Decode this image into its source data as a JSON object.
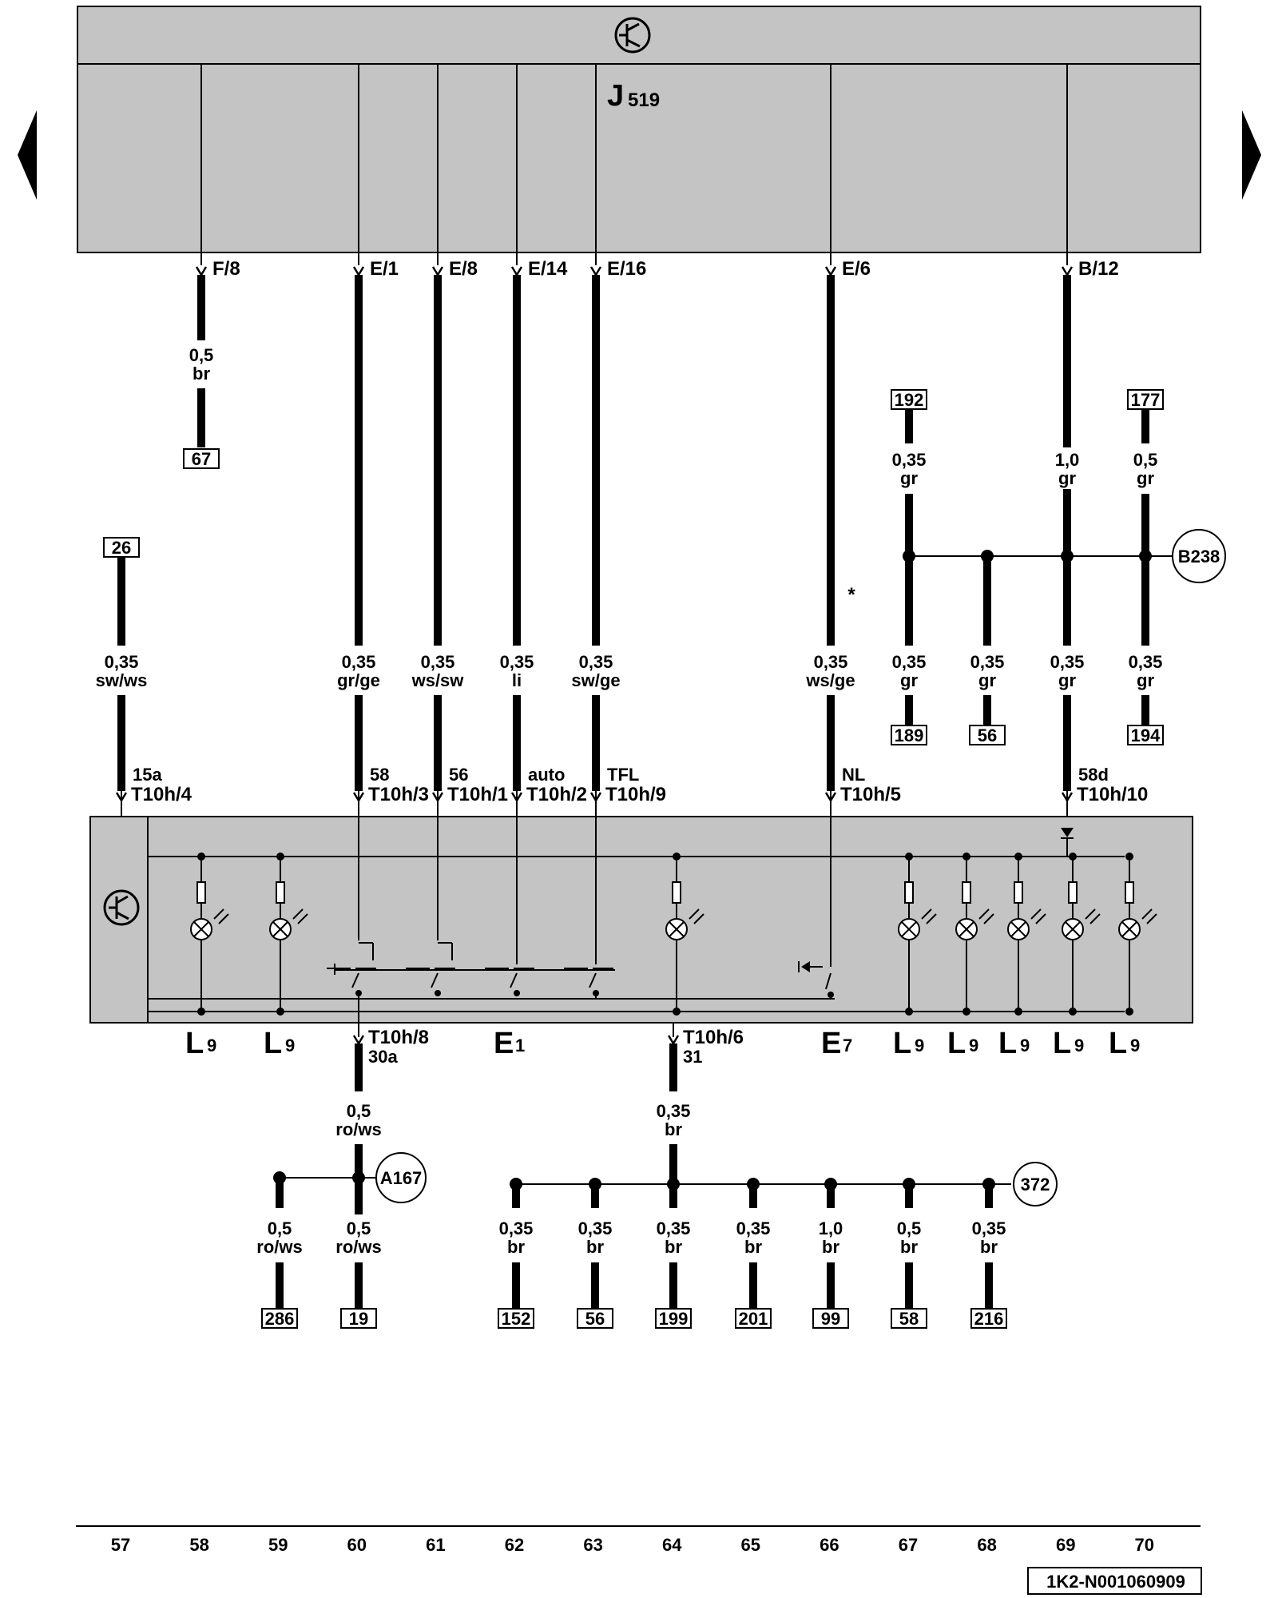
{
  "nav": {
    "prev_label": "previous page",
    "next_label": "next page"
  },
  "control_unit": {
    "name": "J",
    "sub": "519"
  },
  "ecu_connectors": [
    {
      "label": "F/8",
      "col": 58
    },
    {
      "label": "E/1",
      "col": 60
    },
    {
      "label": "E/8",
      "col": 61
    },
    {
      "label": "E/14",
      "col": 62
    },
    {
      "label": "E/16",
      "col": 63
    },
    {
      "label": "E/6",
      "col": 66
    },
    {
      "label": "B/12",
      "col": 69
    }
  ],
  "upper_wires": [
    {
      "size": "0,5",
      "color": "br",
      "ref": "67"
    },
    {
      "size": "0,35",
      "color": "gr",
      "ref": "192"
    },
    {
      "size": "1,0",
      "color": "gr"
    },
    {
      "size": "0,5",
      "color": "gr",
      "ref": "177"
    }
  ],
  "switch_wires": [
    {
      "size": "0,35",
      "color": "sw/ws",
      "ref": "26",
      "func": "15a",
      "pin": "T10h/4"
    },
    {
      "size": "0,35",
      "color": "gr/ge",
      "func": "58",
      "pin": "T10h/3"
    },
    {
      "size": "0,35",
      "color": "ws/sw",
      "func": "56",
      "pin": "T10h/1"
    },
    {
      "size": "0,35",
      "color": "li",
      "func": "auto",
      "pin": "T10h/2"
    },
    {
      "size": "0,35",
      "color": "sw/ge",
      "func": "TFL",
      "pin": "T10h/9"
    },
    {
      "size": "0,35",
      "color": "ws/ge",
      "func": "NL",
      "pin": "T10h/5"
    },
    {
      "size": "0,35",
      "color": "gr",
      "func": "58d",
      "pin": "T10h/10"
    }
  ],
  "gr_branch_wires": [
    {
      "size": "0,35",
      "color": "gr",
      "ref": "189"
    },
    {
      "size": "0,35",
      "color": "gr",
      "ref": "56"
    },
    {
      "size": "0,35",
      "color": "gr",
      "ref": "194"
    }
  ],
  "junction_B238": "B238",
  "asterisk": "*",
  "components": [
    {
      "name": "L",
      "sub": "9"
    },
    {
      "name": "L",
      "sub": "9"
    },
    {
      "name": "E",
      "sub": "1"
    },
    {
      "name": "E",
      "sub": "7"
    },
    {
      "name": "L",
      "sub": "9"
    },
    {
      "name": "L",
      "sub": "9"
    },
    {
      "name": "L",
      "sub": "9"
    },
    {
      "name": "L",
      "sub": "9"
    },
    {
      "name": "L",
      "sub": "9"
    }
  ],
  "lower_left": {
    "pin": "T10h/8",
    "func": "30a",
    "main": {
      "size": "0,5",
      "color": "ro/ws"
    },
    "junction": "A167",
    "branches": [
      {
        "size": "0,5",
        "color": "ro/ws",
        "ref": "286"
      },
      {
        "size": "0,5",
        "color": "ro/ws",
        "ref": "19"
      }
    ]
  },
  "lower_right": {
    "pin": "T10h/6",
    "func": "31",
    "main": {
      "size": "0,35",
      "color": "br"
    },
    "junction": "372",
    "branches": [
      {
        "size": "0,35",
        "color": "br",
        "ref": "152"
      },
      {
        "size": "0,35",
        "color": "br",
        "ref": "56"
      },
      {
        "size": "0,35",
        "color": "br",
        "ref": "199"
      },
      {
        "size": "0,35",
        "color": "br",
        "ref": "201"
      },
      {
        "size": "1,0",
        "color": "br",
        "ref": "99"
      },
      {
        "size": "0,5",
        "color": "br",
        "ref": "58"
      },
      {
        "size": "0,35",
        "color": "br",
        "ref": "216"
      }
    ]
  },
  "column_numbers": [
    "57",
    "58",
    "59",
    "60",
    "61",
    "62",
    "63",
    "64",
    "65",
    "66",
    "67",
    "68",
    "69",
    "70"
  ],
  "diagram_id": "1K2-N001060909",
  "colors": {
    "housing": "#c4c4c4",
    "line": "#000000",
    "background": "#ffffff"
  }
}
